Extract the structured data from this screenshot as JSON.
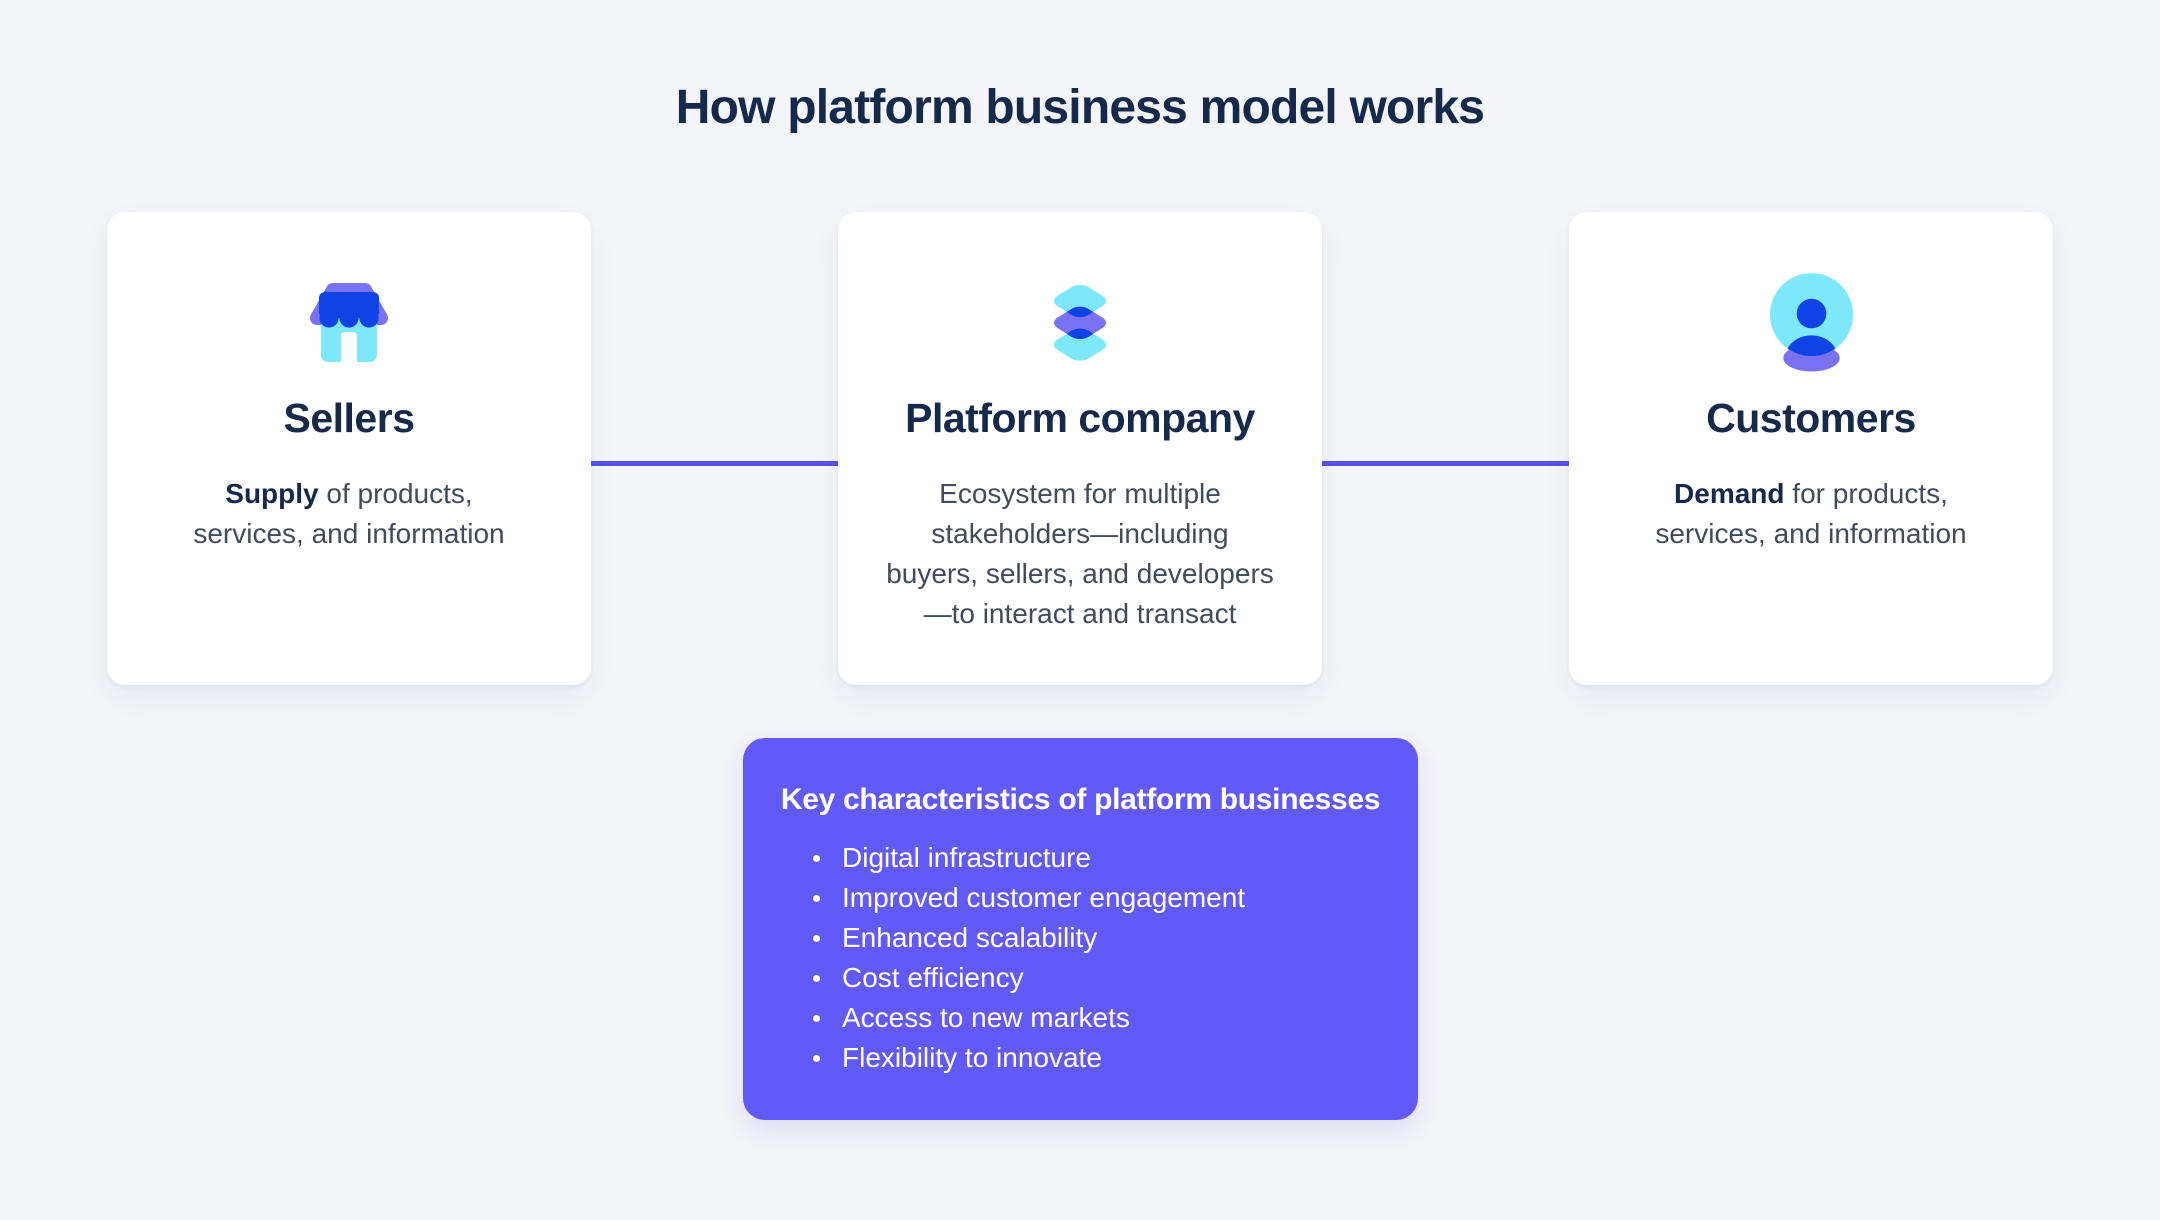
{
  "page": {
    "title": "How platform business model works"
  },
  "colors": {
    "bg": "#f3f5f9",
    "card-bg": "#ffffff",
    "heading": "#15294a",
    "body": "#414b5c",
    "accent": "#615af8",
    "connector": "#5b50ee",
    "icon-purple": "#7b72f3",
    "icon-blue": "#0e44e6",
    "icon-cyan": "#7de7fb",
    "white": "#ffffff"
  },
  "cards": [
    {
      "icon": "storefront-icon",
      "title": "Sellers",
      "body_bold": "Supply",
      "body_after": " of products,\nservices, and information"
    },
    {
      "icon": "layers-icon",
      "title": "Platform company",
      "body_bold": "",
      "body_after": "Ecosystem for multiple\nstakeholders—including\nbuyers, sellers, and developers\n—to interact and transact"
    },
    {
      "icon": "person-icon",
      "title": "Customers",
      "body_bold": "Demand",
      "body_after": " for products,\nservices, and information"
    }
  ],
  "key_panel": {
    "title": "Key characteristics of platform businesses",
    "bullets": [
      "Digital infrastructure",
      "Improved customer engagement",
      "Enhanced scalability",
      "Cost efficiency",
      "Access to new markets",
      "Flexibility to innovate"
    ]
  }
}
